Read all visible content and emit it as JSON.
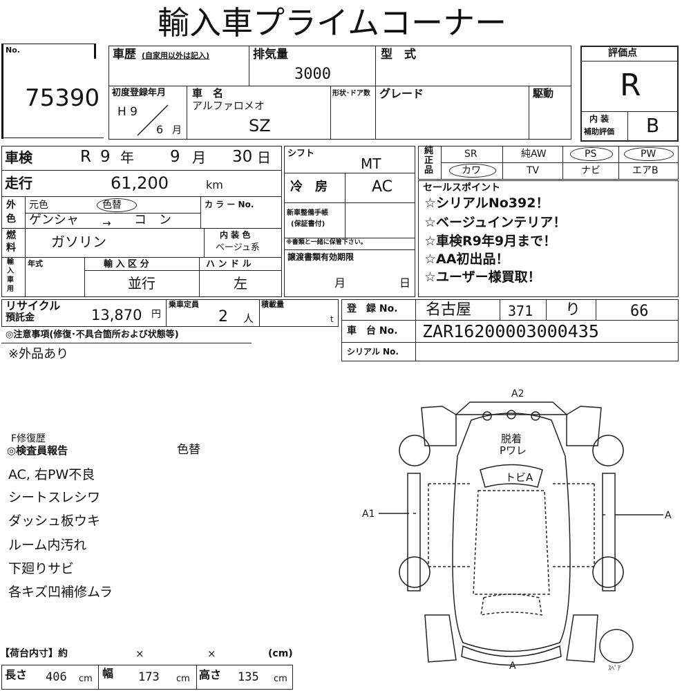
{
  "title": "輸入車プライムコーナー",
  "lot": {
    "no_label": "No.",
    "number": "75390"
  },
  "history": {
    "label": "車歴",
    "note": "(自家用以外は記入)",
    "value": ""
  },
  "displacement": {
    "label": "排気量",
    "value": "3000"
  },
  "model_type": {
    "label": "型　式",
    "value": ""
  },
  "first_reg": {
    "label": "初度登録年月",
    "era_year": "H 9",
    "month": "6",
    "month_unit": "月"
  },
  "car_name": {
    "label": "車　名",
    "maker": "アルファロメオ",
    "model": "SZ"
  },
  "doors": {
    "label": "形状･ドア数",
    "value": ""
  },
  "grade": {
    "label": "グレード",
    "value": ""
  },
  "drive": {
    "label": "駆動",
    "value": ""
  },
  "rating": {
    "label": "評価点",
    "score": "R",
    "interior_label_1": "内 装",
    "interior_label_2": "補助評価",
    "interior_score": "B"
  },
  "inspection": {
    "label": "車検",
    "era": "R",
    "year": "9",
    "year_unit": "年",
    "month": "9",
    "month_unit": "月",
    "day": "30",
    "day_unit": "日"
  },
  "shift": {
    "label": "シフト",
    "value": "MT"
  },
  "mileage": {
    "label": "走行",
    "value": "61,200",
    "unit": "km"
  },
  "aircon": {
    "label": "冷　房",
    "value": "AC"
  },
  "maintenance": {
    "label_1": "新車整備手帳",
    "label_2": "(保証書付)",
    "note": "※書類と一緒に保管下さい。"
  },
  "exterior": {
    "side_1": "外",
    "side_2": "色",
    "orig_label": "元色",
    "repaint_label": "色替",
    "orig_color": "ゲンシャ",
    "new_color": "コ　ン",
    "arrow": "→",
    "color_no_label": "カ ラ ー No."
  },
  "fuel": {
    "side_1": "燃",
    "side_2": "料",
    "value": "ガソリン",
    "interior_color_label": "内 装 色",
    "interior_color": "ベージュ系"
  },
  "import": {
    "side_1": "輸",
    "side_2": "入",
    "side_3": "車",
    "side_4": "用",
    "year_label": "年式",
    "class_label": "輸 入 区 分",
    "class_value": "並行",
    "handle_label": "ハ ン ド ル",
    "handle_value": "左"
  },
  "docs_expiry": {
    "label": "譲渡書類有効期限",
    "month_unit": "月",
    "day_unit": "日"
  },
  "equipment": {
    "side_1": "純",
    "side_2": "正",
    "side_3": "品",
    "row1": [
      "SR",
      "純AW",
      "PS",
      "PW"
    ],
    "row2": [
      "カワ",
      "TV",
      "ナビ",
      "エアB"
    ]
  },
  "sales_points": {
    "label": "セールスポイント",
    "items": [
      "☆シリアルNo392！",
      "☆ベージュインテリア！",
      "☆車検R9年9月まで！",
      "☆AA初出品！",
      "☆ユーザー様買取！"
    ]
  },
  "recycle": {
    "label_1": "リサイクル",
    "label_2": "預託金",
    "value": "13,870",
    "unit": "円"
  },
  "capacity": {
    "label": "乗車定員",
    "value": "2",
    "unit": "人"
  },
  "load": {
    "label": "積載量",
    "unit": "t"
  },
  "registration": {
    "label": "登　録 No.",
    "area": "名古屋",
    "class": "371",
    "kana": "り",
    "number": "66"
  },
  "chassis": {
    "label": "車　台 No.",
    "value": "ZAR16200003000435"
  },
  "serial": {
    "label": "シリアル No.",
    "value": ""
  },
  "notes": {
    "label": "◎注意事項(修復･不具合箇所および状態等)",
    "text": "※外品あり"
  },
  "report": {
    "f_repair": "F修復歴",
    "label": "◎検査員報告",
    "repaint": "色替",
    "lines": [
      "AC, 右PW不良",
      "シートスレシワ",
      "ダッシュ板ウキ",
      "ルーム内汚れ",
      "下廻りサビ",
      "各キズ凹補修ムラ"
    ]
  },
  "cargo": {
    "label": "【荷台内寸】約",
    "x1": "×",
    "x2": "×",
    "unit_header": "(cm)",
    "length_label": "長さ",
    "length": "406",
    "width_label": "幅",
    "width": "173",
    "height_label": "高さ",
    "height": "135",
    "unit": "cm"
  },
  "diagram": {
    "top": "A2",
    "left": "A1",
    "right": "A",
    "bottom": "A",
    "hood_1": "脱着",
    "hood_2": "Pワレ",
    "windshield": "トビA",
    "spare": "ｽﾍﾟｱ"
  }
}
